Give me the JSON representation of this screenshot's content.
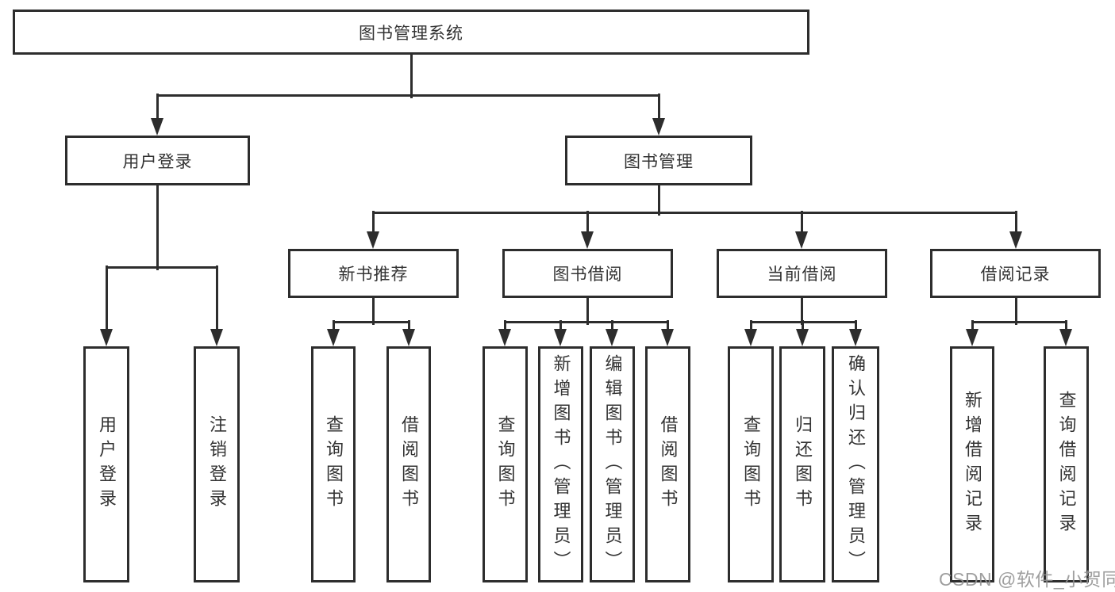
{
  "diagram_title": "图书管理系统",
  "nodes": {
    "root": {
      "label": "图书管理系统"
    },
    "user_login": {
      "label": "用户登录"
    },
    "book_mgmt": {
      "label": "图书管理"
    },
    "new_book_rec": {
      "label": "新书推荐"
    },
    "book_borrow": {
      "label": "图书借阅"
    },
    "current_borrow": {
      "label": "当前借阅"
    },
    "borrow_record": {
      "label": "借阅记录"
    },
    "v_user_login": {
      "label": "用户登录"
    },
    "v_logout": {
      "label": "注销登录"
    },
    "v_query_book_1": {
      "label": "查询图书"
    },
    "v_borrow_book_1": {
      "label": "借阅图书"
    },
    "v_query_book_2": {
      "label": "查询图书"
    },
    "v_add_book": {
      "label": "新增图书（管理员）"
    },
    "v_edit_book": {
      "label": "编辑图书（管理员）"
    },
    "v_borrow_book_2": {
      "label": "借阅图书"
    },
    "v_query_book_3": {
      "label": "查询图书"
    },
    "v_return_book": {
      "label": "归还图书"
    },
    "v_confirm_return": {
      "label": "确认归还（管理员）"
    },
    "v_add_record": {
      "label": "新增借阅记录"
    },
    "v_query_record": {
      "label": "查询借阅记录"
    }
  },
  "line_color": "#2d2d2d",
  "watermark": "CSDN @软件_小贺同学"
}
